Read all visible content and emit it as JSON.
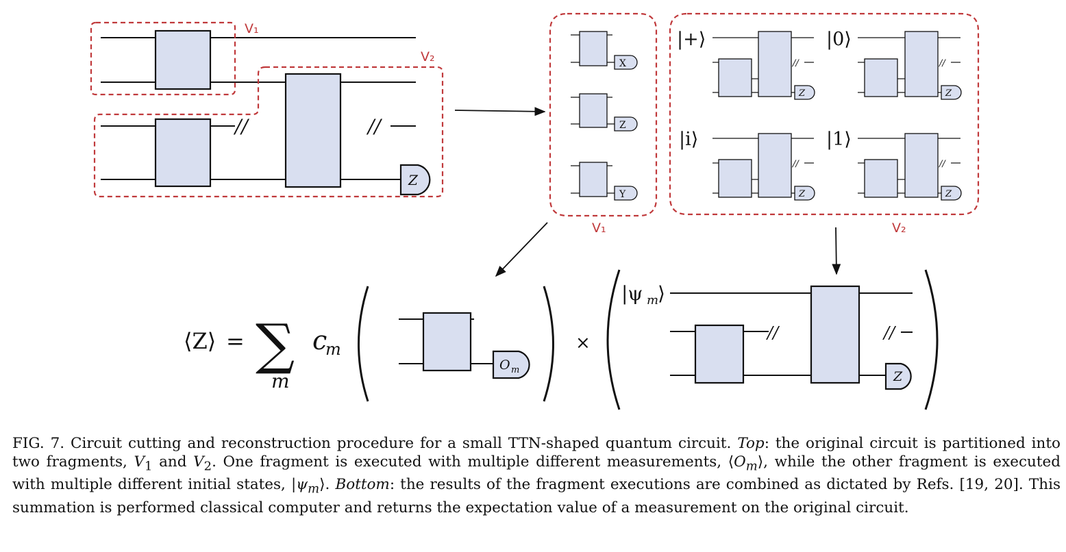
{
  "figure": {
    "fragment_labels": {
      "v1": "V₁",
      "v2": "V₂"
    },
    "cut_mark": "//",
    "measurement_labels": {
      "original": "Z",
      "v1_variants": [
        "X",
        "Z",
        "Y"
      ],
      "v2_variant": "Z",
      "bottom_left": "O",
      "bottom_left_sub": "m",
      "bottom_right": "Z"
    },
    "initial_states": [
      "|+⟩",
      "|0⟩",
      "|i⟩",
      "|1⟩"
    ],
    "equation": {
      "lhs": "⟨Z⟩",
      "equals": "=",
      "sum_symbol": "∑",
      "sum_index": "m",
      "coefficient": "c",
      "coefficient_sub": "m",
      "times": "×",
      "psi_prefix": "|ψ",
      "psi_sub": "m",
      "psi_suffix": "⟩"
    }
  },
  "caption": {
    "label": "FIG. 7.",
    "text1": " Circuit cutting and reconstruction procedure for a small TTN-shaped quantum circuit. ",
    "top_word": "Top",
    "text2": ": the original circuit is partitioned into two fragments, ",
    "v1": "V",
    "v1_sub": "1",
    "and": " and ",
    "v2": "V",
    "v2_sub": "2",
    "text3": ". One fragment is executed with multiple different measurements, ⟨",
    "om": "O",
    "om_sub": "m",
    "text4": "⟩, while the other fragment is executed with multiple different initial states, |",
    "psi": "ψ",
    "psi_sub": "m",
    "text5": "⟩. ",
    "bottom_word": "Bottom",
    "text6": ": the results of the fragment executions are combined as dictated by Refs. [19, 20]. This summation is performed classical computer and returns the expectation value of a measurement on the original circuit."
  }
}
